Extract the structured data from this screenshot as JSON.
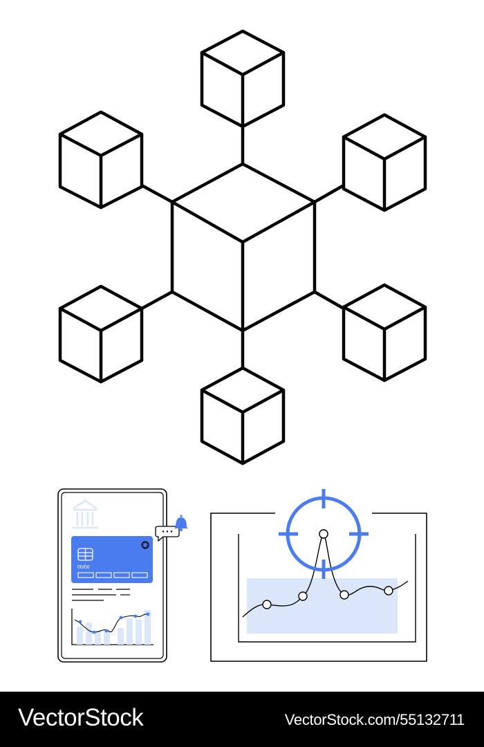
{
  "colors": {
    "stroke": "#000000",
    "accent": "#4a7cf0",
    "accent_light": "#dbe6fb",
    "background": "#ffffff",
    "footer_bg": "#000000",
    "footer_text": "#ffffff"
  },
  "icons": {
    "network": "blockchain-network-icon",
    "phone": "mobile-banking-icon",
    "chart": "target-chart-icon"
  },
  "card": {
    "expiry": "00/00"
  },
  "footer": {
    "brand": "VectorStock",
    "url": "VectorStock.com/55132711"
  }
}
